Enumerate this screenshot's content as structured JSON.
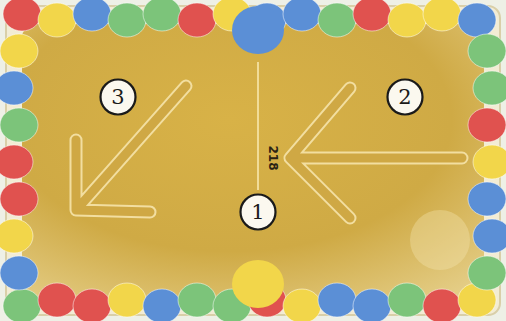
{
  "diagram": {
    "nodes": [
      {
        "text": [
          "3"
        ]
      },
      {
        "text": [
          "2"
        ]
      },
      {
        "text": [
          "1"
        ]
      }
    ],
    "labels": [
      "218"
    ]
  }
}
